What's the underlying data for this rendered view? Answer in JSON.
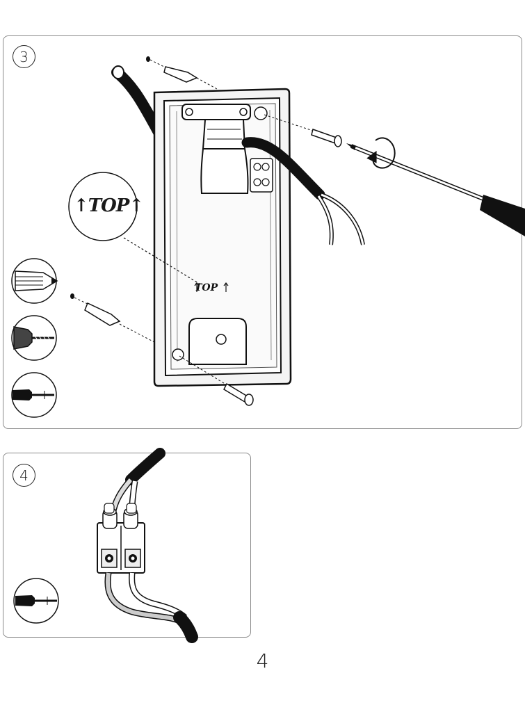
{
  "steps": [
    {
      "number": "3"
    },
    {
      "number": "4"
    }
  ],
  "labels": {
    "top_callout": "TOP",
    "top_mark": "TOP"
  },
  "tools": {
    "step3": [
      "pencil-icon",
      "drill-icon",
      "screwdriver-icon"
    ],
    "step4": [
      "screwdriver-icon"
    ]
  },
  "page_number": "4"
}
